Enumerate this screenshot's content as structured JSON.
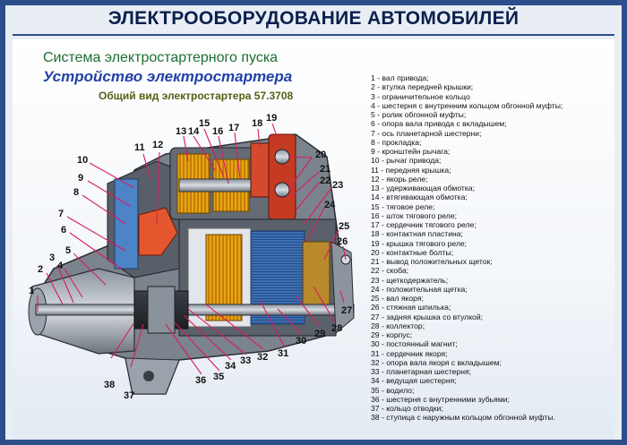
{
  "header": {
    "title": "ЭЛЕКТРООБОРУДОВАНИЕ АВТОМОБИЛЕЙ",
    "system": "Система электростартерного пуска",
    "device": "Устройство электростартера",
    "general_view": "Общий вид электростартера 57.3708"
  },
  "colors": {
    "frame": "#2c4f8c",
    "title": "#0b1f4d",
    "green": "#1c6e34",
    "blue": "#2341a8",
    "callout": "#d81b60"
  },
  "legend": [
    "1 - вал привода;",
    "2 - втулка передней крышки;",
    "3  - ограничительное кольцо",
    "4 - шестерня с внутренним кольцом обгонной муфты;",
    "5 - ролик обгонной муфты;",
    "6 - опора вала привода с вкладышем;",
    "7 - ось планетарной шестерни;",
    "8 - прокладка;",
    "9 - кронштейн рычага;",
    "10 - рычаг привода;",
    "11 - передняя крышка;",
    "12 - якорь реле;",
    "13 - удерживающая обмотка;",
    "14 - втягивающая обмотка;",
    "15 - тяговое реле;",
    "16 - шток тягового реле;",
    "17 - сердечник тягового реле;",
    "18 - контактная пластина;",
    "19 - крышка тягового реле;",
    "20 - контактные болты;",
    "21 - вывод положительных щеток;",
    "22 - скоба;",
    "23 - щеткодержатель;",
    "24 - положительная щетка;",
    "25 - вал якоря;",
    "26 - стяжная шпилька;",
    "27 - задняя крышка со втулкой;",
    "28 - коллектор;",
    "29 - корпус;",
    "30 - постоянный магнит;",
    "31 - сердечник якоря;",
    "32 - опора вала якоря с вкладышем;",
    "33 - планетарная шестерня;",
    "34 - ведущая шестерня;",
    "35 - водило;",
    "36 - шестерня с внутренними зубьями;",
    "37 - кольцо отводки;",
    "38 - ступица с наружным кольцом обгонной муфты."
  ],
  "callouts": [
    "1",
    "2",
    "3",
    "4",
    "5",
    "6",
    "7",
    "8",
    "9",
    "10",
    "11",
    "12",
    "13",
    "14",
    "15",
    "16",
    "17",
    "18",
    "19",
    "20",
    "21",
    "22",
    "23",
    "24",
    "25",
    "26",
    "27",
    "28",
    "29",
    "30",
    "31",
    "32",
    "33",
    "34",
    "35",
    "36",
    "37",
    "38"
  ]
}
